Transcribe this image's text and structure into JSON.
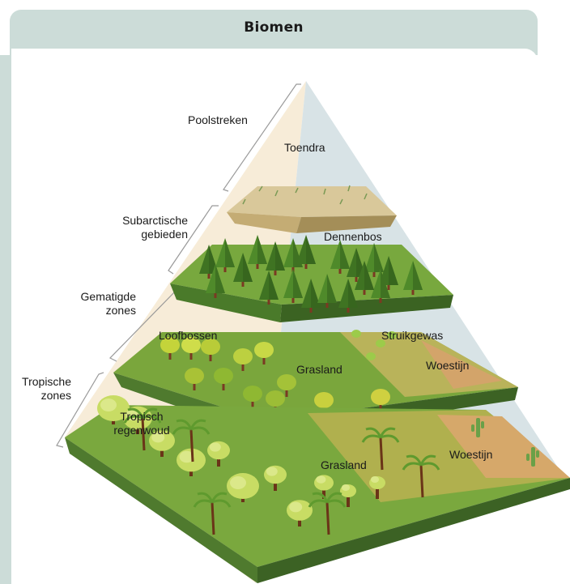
{
  "header": {
    "title": "Biomen"
  },
  "zones": {
    "polar": "Poolstreken",
    "subarctic_line1": "Subarctische",
    "subarctic_line2": "gebieden",
    "temperate_line1": "Gematigde",
    "temperate_line2": "zones",
    "tropical_line1": "Tropische",
    "tropical_line2": "zones"
  },
  "biomes": {
    "tundra": "Toendra",
    "pine_forest": "Dennenbos",
    "deciduous_forest": "Loofbossen",
    "shrubland": "Struikgewas",
    "temperate_grassland": "Grasland",
    "temperate_desert": "Woestijn",
    "rainforest_line1": "Tropisch",
    "rainforest_line2": "regenwoud",
    "tropical_grassland": "Grasland",
    "tropical_desert": "Woestijn"
  },
  "colors": {
    "header_bg": "#ccdcd8",
    "sky_left": "#f7ecd8",
    "sky_right": "#d8e3e6",
    "grass_top": "#7aa63c",
    "grass_front": "#4f7a2e",
    "savanna": "#a9b84a",
    "sand": "#d6a86a",
    "tundra": "#c9b98a"
  }
}
